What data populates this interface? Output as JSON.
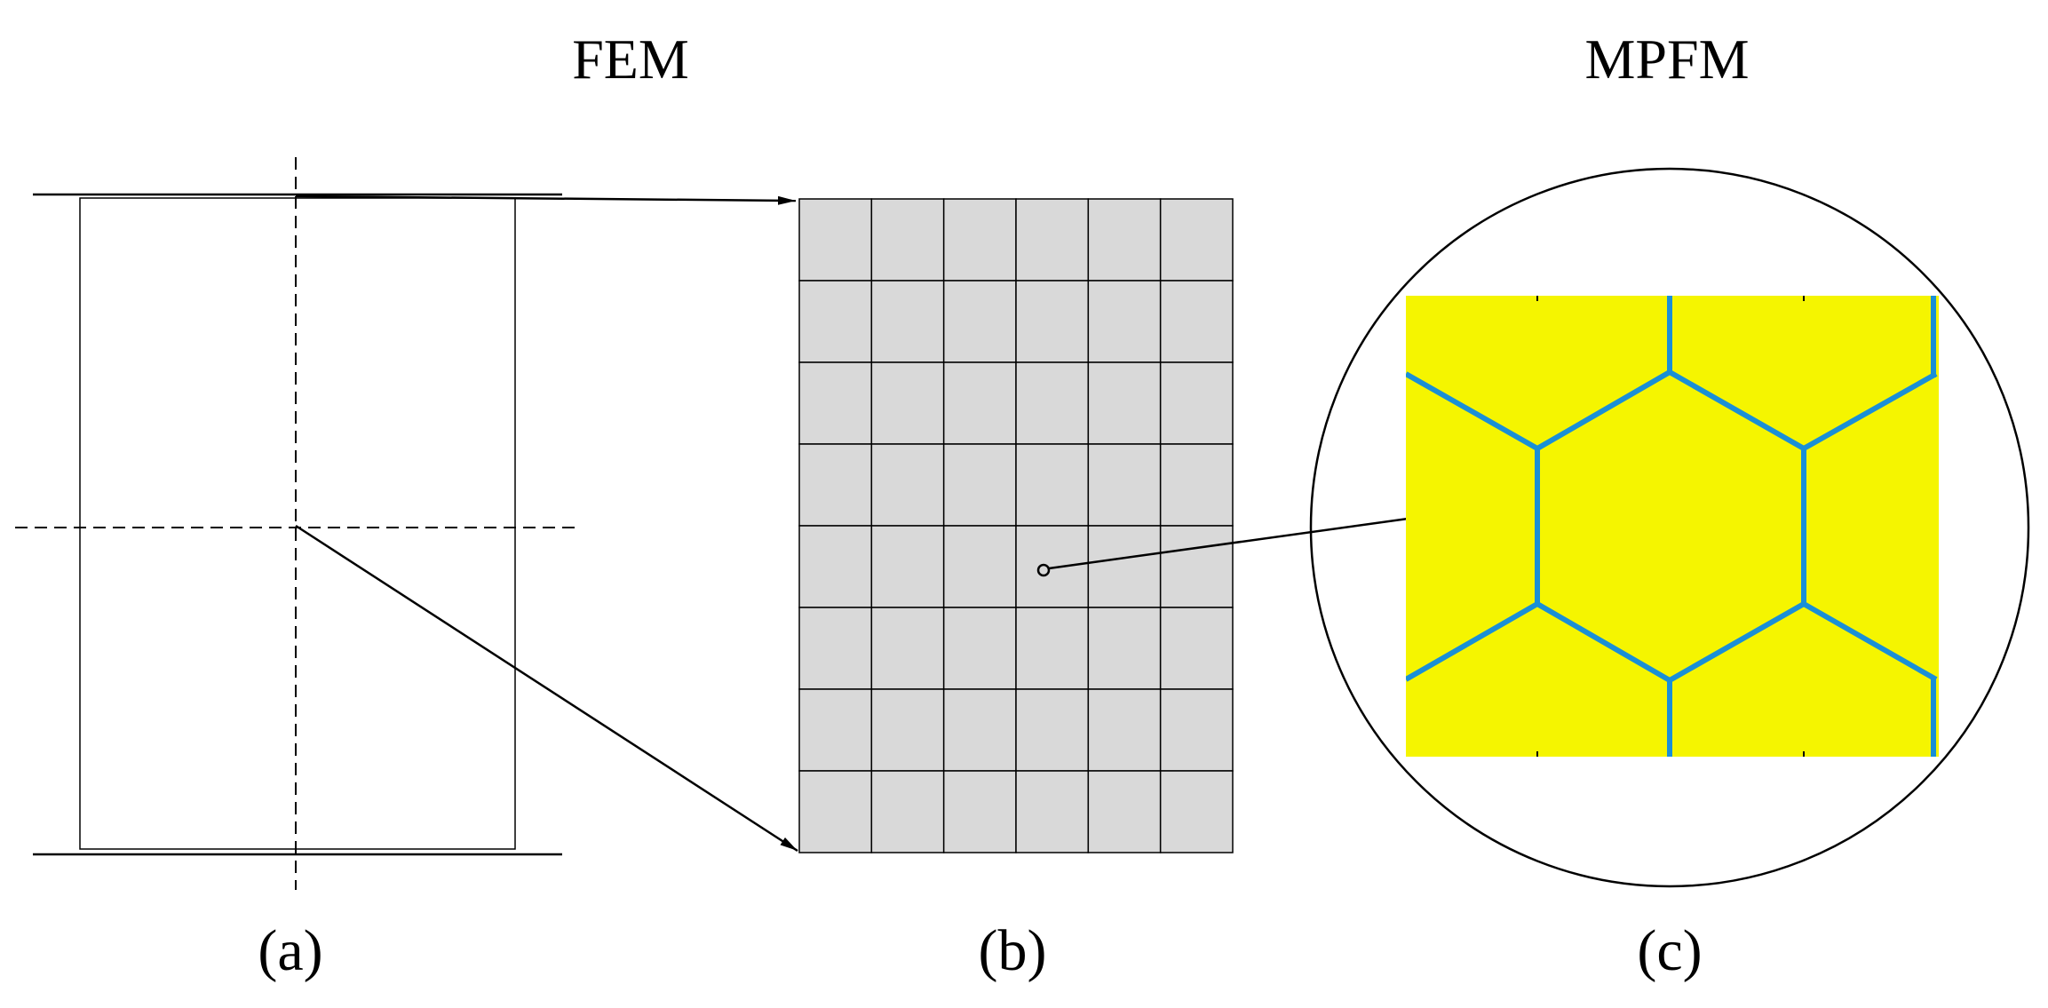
{
  "titles": {
    "left": "FEM",
    "right": "MPFM"
  },
  "captions": {
    "a": "(a)",
    "b": "(b)",
    "c": "(c)"
  },
  "mesh": {
    "columns": 6,
    "rows": 8
  },
  "colors": {
    "mesh_fill": "#d9d9d9",
    "grain_fill": "#f5f500",
    "grain_boundary": "#1a8fd6",
    "line": "#000000"
  }
}
